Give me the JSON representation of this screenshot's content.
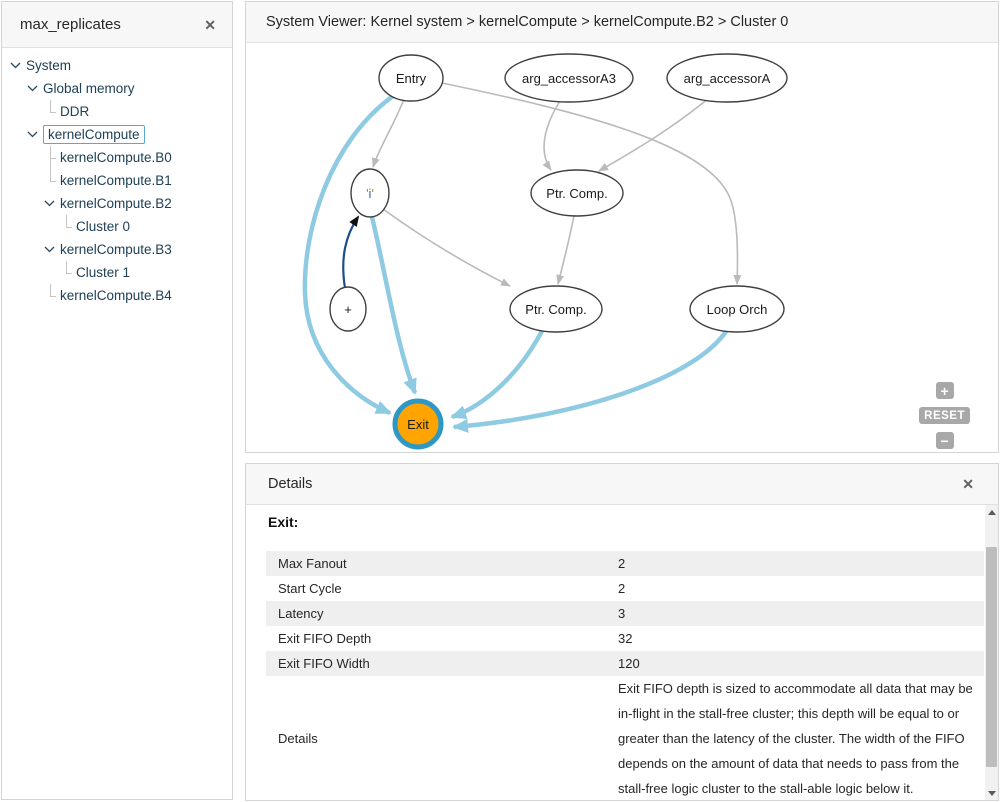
{
  "sidebar": {
    "title": "max_replicates",
    "close_icon": "✕",
    "tree": [
      {
        "label": "System"
      },
      {
        "label": "Global memory"
      },
      {
        "label": "DDR"
      },
      {
        "label": "kernelCompute"
      },
      {
        "label": "kernelCompute.B0"
      },
      {
        "label": "kernelCompute.B1"
      },
      {
        "label": "kernelCompute.B2"
      },
      {
        "label": "Cluster 0"
      },
      {
        "label": "kernelCompute.B3"
      },
      {
        "label": "Cluster 1"
      },
      {
        "label": "kernelCompute.B4"
      }
    ]
  },
  "viewer": {
    "title": "System Viewer: Kernel system > kernelCompute > kernelCompute.B2 > Cluster 0",
    "controls": {
      "zoom_in": "+",
      "reset": "RESET",
      "zoom_out": "−"
    }
  },
  "graph": {
    "nodes": {
      "entry": {
        "label": "Entry",
        "fill": "#b5c831"
      },
      "arg_accessorA3": {
        "label": "arg_accessorA3",
        "fill": "#ffffff"
      },
      "arg_accessorA": {
        "label": "arg_accessorA",
        "fill": "#ffffff"
      },
      "i": {
        "label_open": "'",
        "label_char": "i",
        "label_close": "'"
      },
      "ptr_comp_top": {
        "label": "Ptr. Comp.",
        "fill": "#ffffff"
      },
      "plus": {
        "label": "+",
        "fill": "#ffffff"
      },
      "ptr_comp_bottom": {
        "label": "Ptr. Comp.",
        "fill": "#ffffff"
      },
      "loop_orch": {
        "label": "Loop Orch",
        "fill": "#ffffff"
      },
      "exit": {
        "label": "Exit",
        "fill": "#ffa400",
        "ring": "#2d98c6"
      }
    },
    "edge_colors": {
      "default": "#bababa",
      "stall_free": "#8ecbe2",
      "dependency": "#1a4f8a"
    }
  },
  "details": {
    "title": "Details",
    "close_icon": "✕",
    "heading": "Exit:",
    "rows": [
      {
        "label": "Max Fanout",
        "value": "2"
      },
      {
        "label": "Start Cycle",
        "value": "2"
      },
      {
        "label": "Latency",
        "value": "3"
      },
      {
        "label": "Exit FIFO Depth",
        "value": "32"
      },
      {
        "label": "Exit FIFO Width",
        "value": "120"
      },
      {
        "label": "Details",
        "value": "Exit FIFO depth is sized to accommodate all data that may be in-flight in the stall-free cluster; this depth will be equal to or greater than the latency of the cluster.  The width of the FIFO depends on the amount of data that needs to pass from the stall-free logic cluster to the stall-able logic below it."
      }
    ]
  }
}
